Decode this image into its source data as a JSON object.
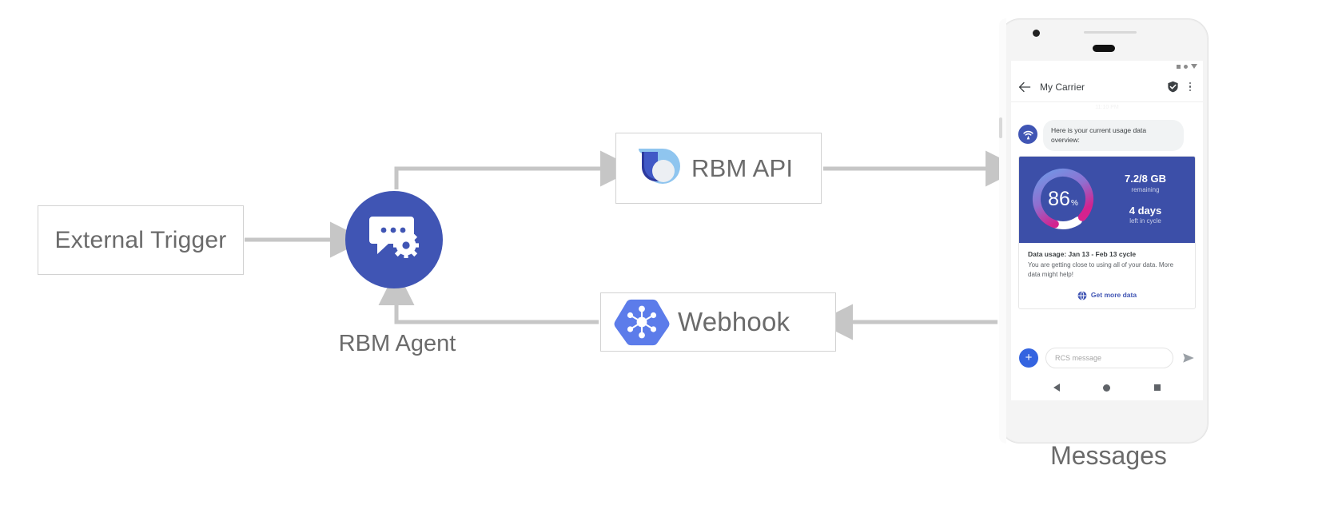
{
  "diagram": {
    "nodes": {
      "external_trigger": {
        "label": "External Trigger"
      },
      "rbm_agent": {
        "label": "RBM Agent",
        "icon": "chat-gear-icon",
        "color": "#4055b4"
      },
      "rbm_api": {
        "label": "RBM API",
        "icon": "rbm-api-teardrop-icon"
      },
      "webhook": {
        "label": "Webhook",
        "icon": "webhook-hexagon-icon",
        "color": "#5c7cea"
      },
      "messages": {
        "label": "Messages"
      }
    },
    "arrow_color": "#c6c6c6"
  },
  "phone": {
    "statusbar": {
      "icons": [
        "square-icon",
        "circle-icon",
        "triangle-down-icon"
      ]
    },
    "appbar": {
      "back_icon": "back-arrow-icon",
      "title": "My Carrier",
      "verified_icon": "verified-shield-icon",
      "overflow_icon": "overflow-menu-icon"
    },
    "timestamp": "11:10 PM",
    "conversation": {
      "agent_avatar_icon": "rcs-agent-antenna-icon",
      "incoming_message": "Here is your current usage data overview:",
      "rich_card": {
        "hero": {
          "background": "#3c4fa8",
          "gauge": {
            "value": 86,
            "unit": "%",
            "filled_percent": 86,
            "gradient_from": "#6d9be8",
            "gradient_to": "#e0218a",
            "track_color": "#ffffff"
          },
          "stats": [
            {
              "value": "7.2/8 GB",
              "caption": "remaining"
            },
            {
              "value": "4 days",
              "caption": "left in cycle"
            }
          ]
        },
        "title": "Data usage: Jan 13 - Feb 13 cycle",
        "description": "You are getting close to using all of your data. More data might help!",
        "action": {
          "icon": "globe-icon",
          "label": "Get more data",
          "color": "#4055b4"
        }
      }
    },
    "composer": {
      "attach_icon": "plus-icon",
      "attach_label": "+",
      "placeholder": "RCS message",
      "value": "",
      "send_icon": "send-icon"
    },
    "navbar": {
      "back_icon": "nav-back-icon",
      "home_icon": "nav-home-icon",
      "recents_icon": "nav-recents-icon"
    }
  }
}
